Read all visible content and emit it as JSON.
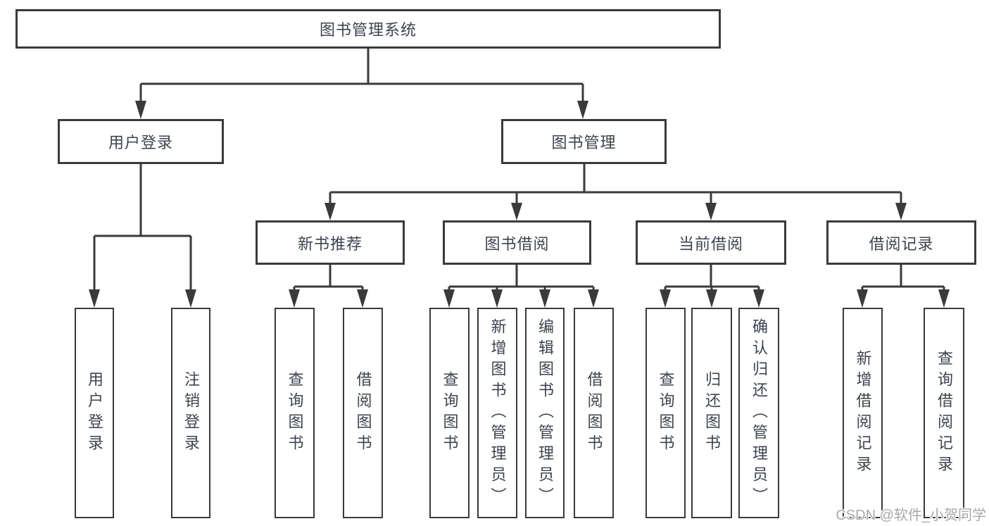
{
  "tree": {
    "root": "图书管理系统",
    "branches": [
      {
        "label": "用户登录",
        "leaves": [
          "用户登录",
          "注销登录"
        ]
      },
      {
        "label": "图书管理",
        "groups": [
          {
            "label": "新书推荐",
            "leaves": [
              "查询图书",
              "借阅图书"
            ]
          },
          {
            "label": "图书借阅",
            "leaves": [
              "查询图书",
              "新增图书（管理员）",
              "编辑图书（管理员）",
              "借阅图书"
            ]
          },
          {
            "label": "当前借阅",
            "leaves": [
              "查询图书",
              "归还图书",
              "确认归还（管理员）"
            ]
          },
          {
            "label": "借阅记录",
            "leaves": [
              "新增借阅记录",
              "查询借阅记录"
            ]
          }
        ]
      }
    ]
  },
  "watermark": "CSDN @软件_小贺同学",
  "colors": {
    "line": "#3a3a3a",
    "text": "#3d434e",
    "watermark": "#a9a9a9",
    "background": "#ffffff"
  }
}
